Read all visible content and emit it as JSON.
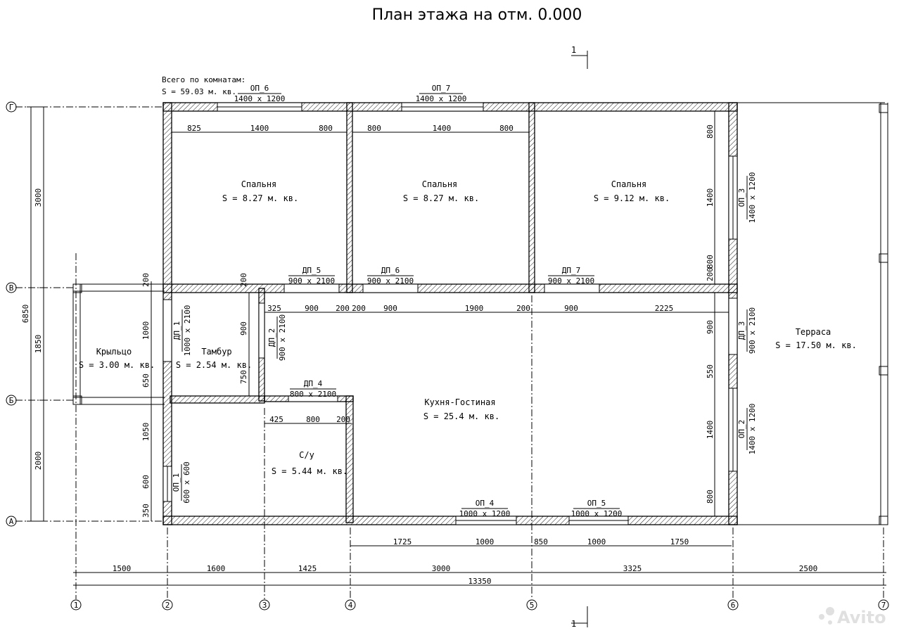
{
  "title": "План этажа на отм. 0.000",
  "total": {
    "label": "Всего по комнатам:",
    "area": "S   =  59.03 м. кв."
  },
  "section_mark": "1",
  "axes": {
    "letters": [
      "А",
      "Б",
      "В",
      "Г"
    ],
    "numbers": [
      "1",
      "2",
      "3",
      "4",
      "5",
      "6",
      "7"
    ]
  },
  "rooms": [
    {
      "name": "Спальня",
      "area": "S   =  8.27 м. кв."
    },
    {
      "name": "Спальня",
      "area": "S   =  8.27 м. кв."
    },
    {
      "name": "Спальня",
      "area": "S   =  9.12 м. кв."
    },
    {
      "name": "Крыльцо",
      "area": "S   = 3.00 м. кв."
    },
    {
      "name": "Тамбур",
      "area": "S   =  2.54 м. кв."
    },
    {
      "name": "Кухня-Гостиная",
      "area": "S   = 25.4 м. кв."
    },
    {
      "name": "С/у",
      "area": "S   =  5.44 м. кв."
    },
    {
      "name": "Терраса",
      "area": "S   =  17.50 м. кв."
    }
  ],
  "openings": [
    {
      "mark": "ОП_6",
      "size": "1400 х 1200"
    },
    {
      "mark": "ОП_7",
      "size": "1400 х 1200"
    },
    {
      "mark": "ОП_3",
      "size": "1400 х 1200"
    },
    {
      "mark": "ДП_3",
      "size": "900 х 2100"
    },
    {
      "mark": "ОП_2",
      "size": "1400 х 1200"
    },
    {
      "mark": "ДП_5",
      "size": "900 х 2100"
    },
    {
      "mark": "ДП_6",
      "size": "900 х 2100"
    },
    {
      "mark": "ДП_7",
      "size": "900 х 2100"
    },
    {
      "mark": "ДП_1",
      "size": "1000 х 2100"
    },
    {
      "mark": "ДП_2",
      "size": "900 х 2100"
    },
    {
      "mark": "ДП_4",
      "size": "800 х 2100"
    },
    {
      "mark": "ОП_1",
      "size": "600 х 600"
    },
    {
      "mark": "ОП_4",
      "size": "1000 х 1200"
    },
    {
      "mark": "ОП_5",
      "size": "1000 х 1200"
    }
  ],
  "dims": {
    "top_left": [
      "825",
      "1400",
      "800"
    ],
    "top_mid": [
      "800",
      "1400",
      "800"
    ],
    "inner_row": [
      "325",
      "900",
      "200",
      "200",
      "900",
      "1900",
      "200",
      "900",
      "2225"
    ],
    "wc_row": [
      "425",
      "800",
      "200"
    ],
    "bottom_windows": [
      "1725",
      "1000",
      "850",
      "1000",
      "1750"
    ],
    "axis_spans": [
      "1500",
      "1600",
      "1425",
      "3000",
      "3325",
      "2500"
    ],
    "overall_width": "13350",
    "left_outer": [
      "3000",
      "1850",
      "2000"
    ],
    "left_overall": "6850",
    "left_inner": [
      "200",
      "1000",
      "650",
      "1050",
      "600",
      "350"
    ],
    "tambur_side": [
      "200",
      "900",
      "750"
    ],
    "right_top": [
      "800",
      "1400",
      "200",
      "800"
    ],
    "right_mid": [
      "900",
      "550",
      "1400",
      "800"
    ]
  },
  "watermark": "Avito"
}
